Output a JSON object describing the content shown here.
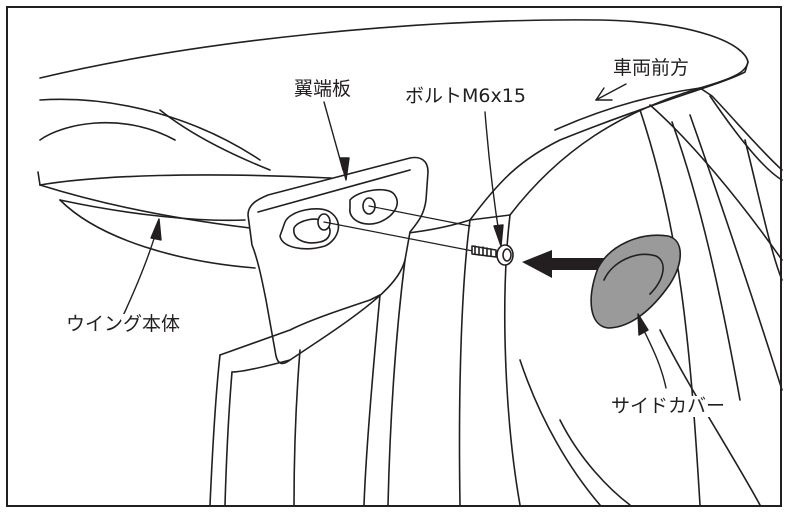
{
  "labels": {
    "end_plate": "翼端板",
    "bolt": "ボルトM6x15",
    "vehicle_front": "車両前方",
    "wing_body": "ウイング本体",
    "side_cover": "サイドカバー"
  },
  "colors": {
    "line": "#231f20",
    "cover_fill": "#9a9a9a",
    "background": "#ffffff"
  }
}
